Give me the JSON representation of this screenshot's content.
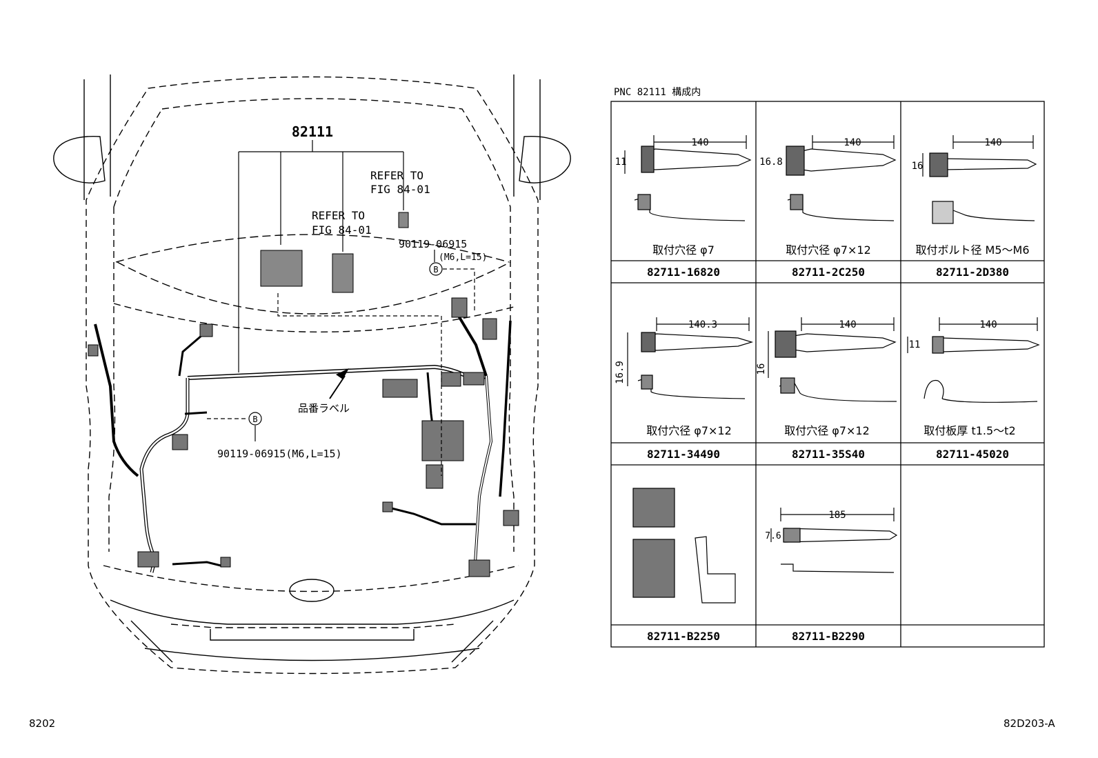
{
  "car": {
    "part_number": "82111",
    "refer_top": [
      "REFER TO",
      "FIG 84-01"
    ],
    "refer_mid": [
      "REFER TO",
      "FIG 84-01"
    ],
    "bolt_top": "90119-06915",
    "bolt_top_spec": "(M6,L=15)",
    "bolt_bottom": "90119-06915(M6,L=15)",
    "circle_mark": "B",
    "label_note": "品番ラベル"
  },
  "table": {
    "title": "PNC 82111 構成内",
    "cells": [
      {
        "dim_len": "140",
        "dim_h": "11",
        "caption": "取付穴径 φ7",
        "pn": "82711-16820"
      },
      {
        "dim_len": "140",
        "dim_h": "16.8",
        "caption": "取付穴径 φ7×12",
        "pn": "82711-2C250"
      },
      {
        "dim_len": "140",
        "dim_h": "16",
        "caption": "取付ボルト径 M5～M6",
        "pn": "82711-2D380"
      },
      {
        "dim_len": "140.3",
        "dim_h": "16.9",
        "caption": "取付穴径 φ7×12",
        "pn": "82711-34490"
      },
      {
        "dim_len": "140",
        "dim_h": "16",
        "caption": "取付穴径 φ7×12",
        "pn": "82711-35S40"
      },
      {
        "dim_len": "140",
        "dim_h": "11",
        "caption": "取付板厚 t1.5～t2",
        "pn": "82711-45020"
      },
      {
        "dim_len": "",
        "dim_h": "",
        "caption": "",
        "pn": "82711-B2250"
      },
      {
        "dim_len": "185",
        "dim_h": "7.6",
        "caption": "",
        "pn": "82711-B2290"
      },
      {
        "dim_len": "",
        "dim_h": "",
        "caption": "",
        "pn": ""
      }
    ]
  },
  "footer": {
    "left": "8202",
    "right": "82D203-A"
  }
}
